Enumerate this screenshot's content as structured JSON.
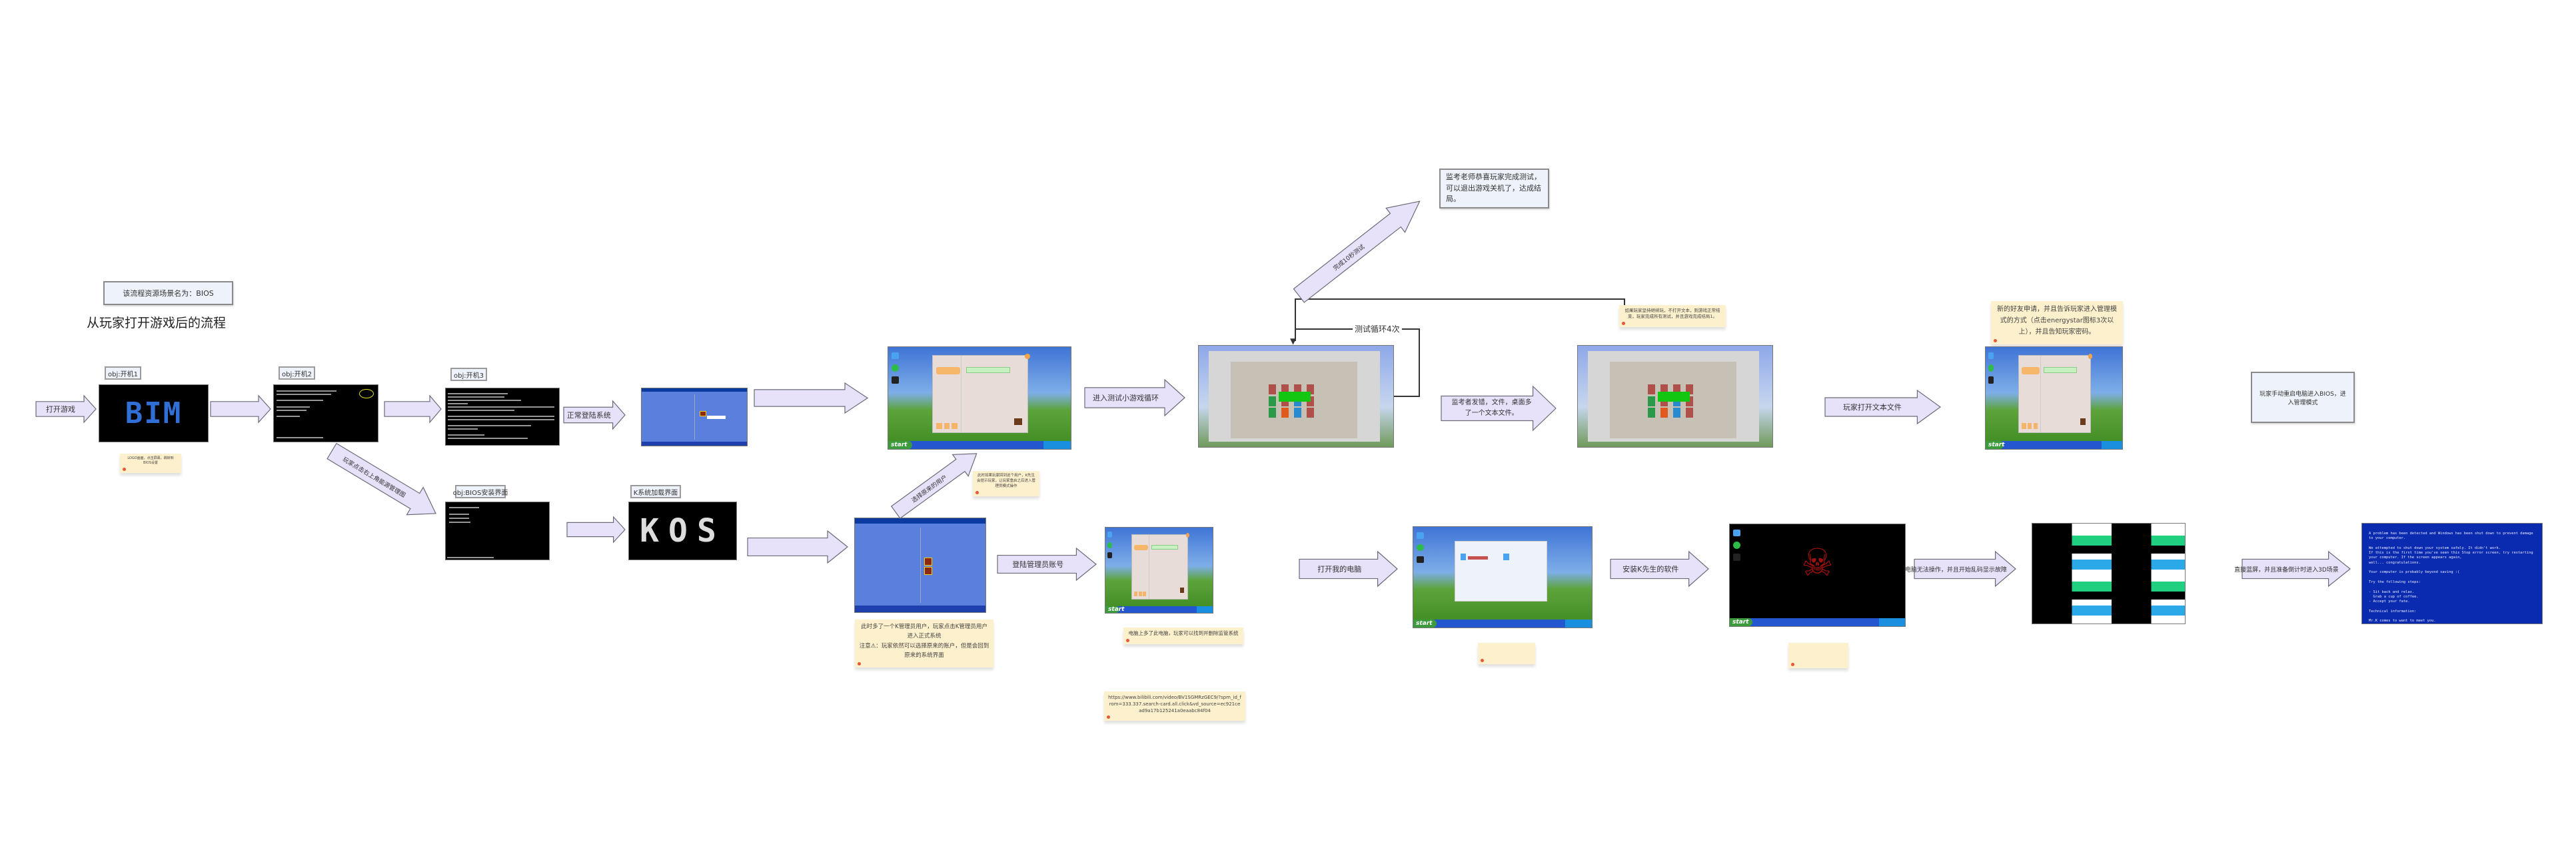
{
  "header": {
    "scene_label": "该流程资源场景名为：BIOS",
    "title": "从玩家打开游戏后的流程"
  },
  "labels": {
    "boot1": "obj:开机1",
    "boot2": "obj:开机2",
    "boot3": "obj:开机3",
    "bios_setup": "obj:BIOS安装界面",
    "k_loading": "K系统加载界面"
  },
  "arrows": {
    "open_game": "打开游戏",
    "normal_login": "正常登陆系统",
    "enter_minigame_loop": "进入测试小游戏循环",
    "loop_4": "测试循环4次",
    "finish_10s": "完成10秒测试",
    "proctor_wrong_file": "监考者发错，文件，桌面多了一个文本文件。",
    "open_text_file": "玩家打开文本文件",
    "click_energy": "玩家点击右上角能源管理图",
    "choose_original_user": "选择原来的用户",
    "login_admin": "登陆管理员账号",
    "open_my_computer": "打开我的电脑",
    "install_k_software": "安装K先生的软件",
    "cannot_operate": "电脑无法操作，并且开始乱码显示故障",
    "bluescreen": "直接蓝屏，并且准备倒计时进入3D场景"
  },
  "boxes": {
    "ending": "监考老师恭喜玩家完成测试，可以退出游戏关机了，达成结局。",
    "manual_restart": "玩家手动重启电脑进入BIOS，进入管理模式"
  },
  "notes": {
    "bim": "LOGO画面，点击屏幕，跳转到BIOS设置",
    "return_user": "此时如果玩家回到这个用户，K先生会提示玩家，让玩家重启之后进入管理员模式操作",
    "normal_end": "如果玩家坚持继续玩，不打开文本，则游戏正常结束，玩家完成所有测试，并且游戏完成结局1。",
    "friend_request": "新的好友申请，并且告诉玩家进入管理模式的方式（点击energystar图标3次以上），并且告知玩家密码。",
    "k_admin_user": "此时多了一个K管理员用户，玩家点击K管理员用户进入正式系统",
    "k_admin_warning": "注意⚠：玩家依然可以选择原来的账户，但是会回到原来的系统界面",
    "this_pc": "电脑上多了此电脑，玩家可以找到并删除监管系统",
    "reference_url": "https://www.bilibili.com/video/BV1SGMRzGEC9/?spm_id_from=333.337.search-card.all.click&vd_source=ec921cead9a17b125241a0eaabc84f04"
  },
  "screens": {
    "bim_logo": "BIM",
    "kos_logo": "KOS",
    "start": "start",
    "skull": "☠",
    "bsod_lines": [
      "A problem has been detected and Windows has been shut down to prevent damage to your computer.",
      "We attempted to shut down your system safely. It didn't work.\nIf this is the first time you've seen this Stop error screen, try restarting your computer. If the screen appears again,\nwell... congratulations.",
      "Your computer is probably beyond saving :(",
      "Try the following steps:",
      "- Sit back and relax.\n  Grab a cup of coffee.\n- Accept your fate.",
      "Technical information:",
      "Mr.K comes to want to meet you.",
      ":("
    ]
  },
  "colors": {
    "arrow_fill": "#e7e1fa",
    "box_fill": "#eef2fb",
    "note_fill": "#fdf0cc",
    "bsod_blue": "#0a2bb0",
    "banner_green": "#12c612"
  }
}
